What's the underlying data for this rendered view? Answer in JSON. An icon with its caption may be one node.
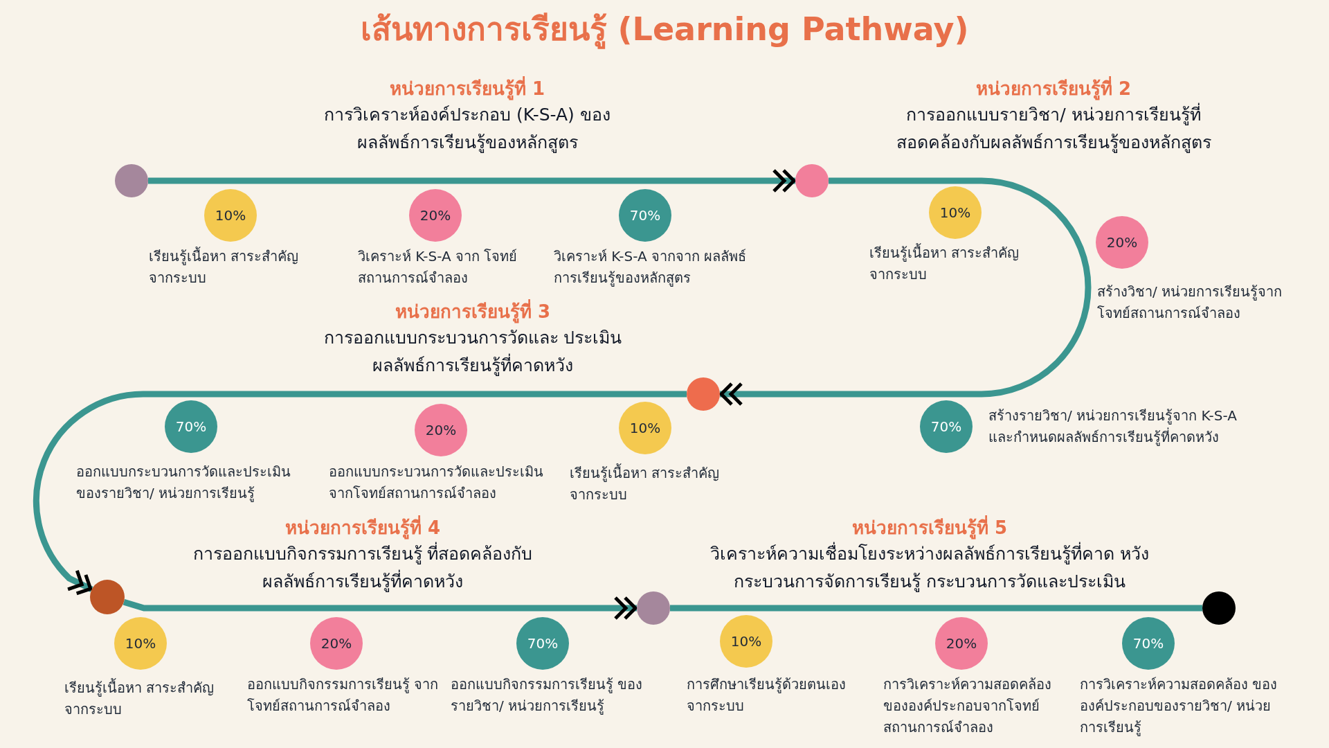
{
  "diagram": {
    "title": "เส้นทางการเรียนรู้ (Learning Pathway)",
    "nodes": [
      {
        "text": [],
        "shape": "circle"
      },
      {
        "text": [
          "10%"
        ],
        "beside": [
          "เรียนรู้เนื้อหา สาระสำคัญ จากระบบ"
        ]
      },
      {
        "text": [
          "20%"
        ],
        "beside": [
          "วิเคราะห์ K-S-A จาก โจทย์สถานการณ์จำลอง"
        ]
      },
      {
        "text": [
          "70%"
        ],
        "beside": [
          "วิเคราะห์ K-S-A จากจาก ผลลัพธ์การเรียนรู้ของหลักสูตร"
        ]
      },
      {
        "text": [],
        "shape": "circle"
      },
      {
        "text": [
          "10%"
        ],
        "beside": [
          "เรียนรู้เนื้อหา สาระสำคัญ จากระบบ"
        ]
      },
      {
        "text": [
          "20%"
        ],
        "beside": [
          "สร้างวิชา/ หน่วยการเรียนรู้จาก โจทย์สถานการณ์จำลอง"
        ]
      },
      {
        "text": [
          "70%"
        ],
        "beside": [
          "สร้างรายวิชา/ หน่วยการเรียนรู้จาก K-S-A และกำหนดผลลัพธ์การเรียนรู้ที่คาดหวัง"
        ]
      },
      {
        "text": [],
        "shape": "circle"
      },
      {
        "text": [
          "70%"
        ],
        "beside": [
          "ออกแบบกระบวนการวัดและประเมิน ของรายวิชา/ หน่วยการเรียนรู้"
        ]
      },
      {
        "text": [
          "20%"
        ],
        "beside": [
          "ออกแบบกระบวนการวัดและประเมิน จากโจทย์สถานการณ์จำลอง"
        ]
      },
      {
        "text": [
          "10%"
        ],
        "beside": [
          "เรียนรู้เนื้อหา สาระสำคัญ จากระบบ"
        ]
      },
      {
        "text": [],
        "shape": "circle"
      },
      {
        "text": [
          "10%"
        ],
        "beside": [
          "เรียนรู้เนื้อหา สาระสำคัญ จากระบบ"
        ]
      },
      {
        "text": [
          "20%"
        ],
        "beside": [
          "ออกแบบกิจกรรมการเรียนรู้ จากโจทย์สถานการณ์จำลอง"
        ]
      },
      {
        "text": [
          "70%"
        ],
        "beside": [
          "ออกแบบกิจกรรมการเรียนรู้ ของรายวิชา/ หน่วยการเรียนรู้"
        ]
      },
      {
        "text": [],
        "shape": "circle"
      },
      {
        "text": [
          "10%"
        ],
        "beside": [
          "การศึกษาเรียนรู้ด้วยตนเอง จากระบบ"
        ]
      },
      {
        "text": [
          "20%"
        ],
        "beside": [
          "การวิเคราะห์ความสอดคล้อง ขององค์ประกอบจากโจทย์ สถานการณ์จำลอง"
        ]
      },
      {
        "text": [
          "70%"
        ],
        "beside": [
          "การวิเคราะห์ความสอดคล้อง ขององค์ประกอบของรายวิชา/ หน่วยการเรียนรู้"
        ]
      },
      {
        "text": [],
        "shape": "circle"
      }
    ],
    "edges": [
      {
        "from": 0,
        "to": 4,
        "arrow": "to"
      },
      {
        "from": 4,
        "to": 8,
        "arrow": "to"
      },
      {
        "from": 8,
        "to": 12,
        "arrow": "to"
      },
      {
        "from": 12,
        "to": 16,
        "arrow": "to"
      },
      {
        "from": 16,
        "to": 20,
        "arrow": "none"
      }
    ],
    "labels": [
      "หน่วยการเรียนรู้ที่ 1",
      "การวิเคราะห์องค์ประกอบ (K-S-A) ของผลลัพธ์การเรียนรู้ของหลักสูตร",
      "หน่วยการเรียนรู้ที่ 2",
      "การออกแบบรายวิชา/ หน่วยการเรียนรู้ที่ สอดคล้องกับผลลัพธ์การเรียนรู้ของหลักสูตร",
      "หน่วยการเรียนรู้ที่ 3",
      "การออกแบบกระบวนการวัดและ ประเมินผลลัพธ์การเรียนรู้ที่คาดหวัง",
      "หน่วยการเรียนรู้ที่ 4",
      "การออกแบบกิจกรรมการเรียนรู้ ที่สอดคล้องกับผลลัพธ์การเรียนรู้ที่คาดหวัง",
      "หน่วยการเรียนรู้ที่ 5",
      "วิเคราะห์ความเชื่อมโยงระหว่างผลลัพธ์การเรียนรู้ที่คาด หวัง กระบวนการจัดการเรียนรู้ กระบวนการวัดและประเมิน"
    ]
  }
}
